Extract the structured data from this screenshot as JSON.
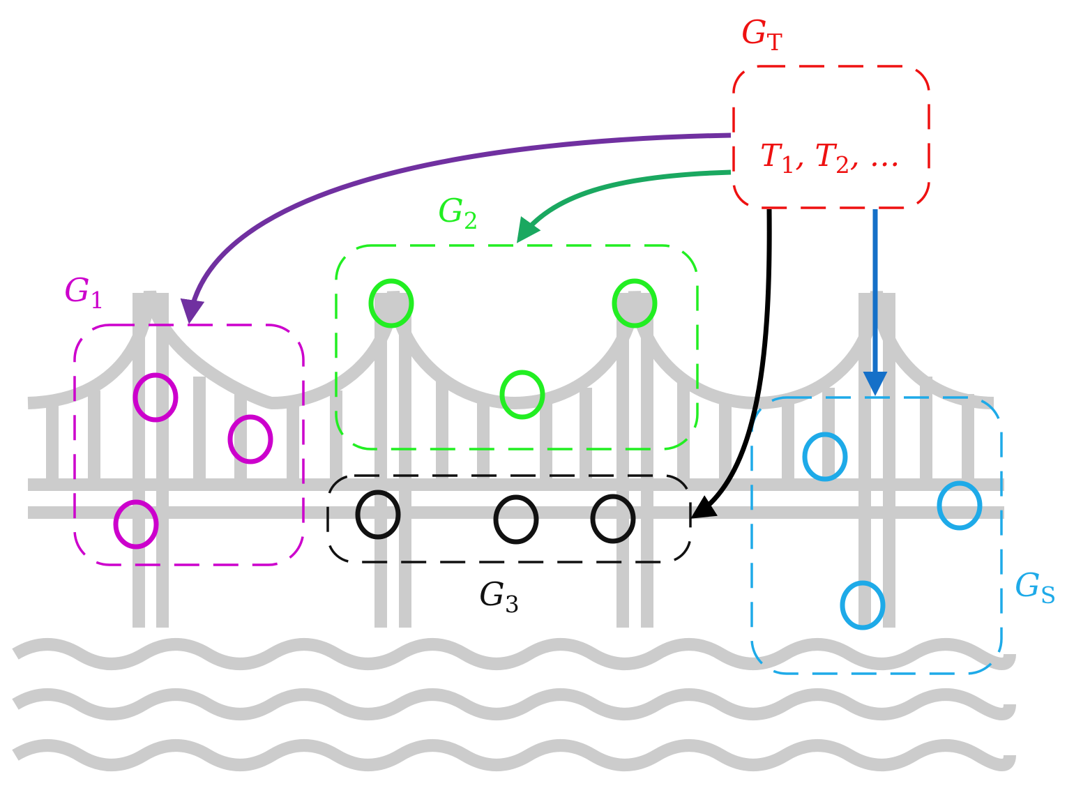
{
  "colors": {
    "bridge": "#cccccc",
    "g1": "#cc00cc",
    "g2": "#22ee22",
    "g3": "#111111",
    "gs": "#1eaae8",
    "gt": "#ee1111",
    "arrow_g1": "#7030a0",
    "arrow_g2": "#1aa860",
    "arrow_g3": "#000000",
    "arrow_gs": "#1570c8"
  },
  "groups": {
    "g1": {
      "main": "G",
      "sub": "1"
    },
    "g2": {
      "main": "G",
      "sub": "2"
    },
    "g3": {
      "main": "G",
      "sub": "3"
    },
    "gs": {
      "main": "G",
      "sub": "S"
    },
    "gt": {
      "main": "G",
      "sub": "T",
      "items": [
        {
          "main": "T",
          "sub": "1",
          "sep": ", "
        },
        {
          "main": "T",
          "sub": "2",
          "sep": ", …"
        }
      ]
    }
  }
}
